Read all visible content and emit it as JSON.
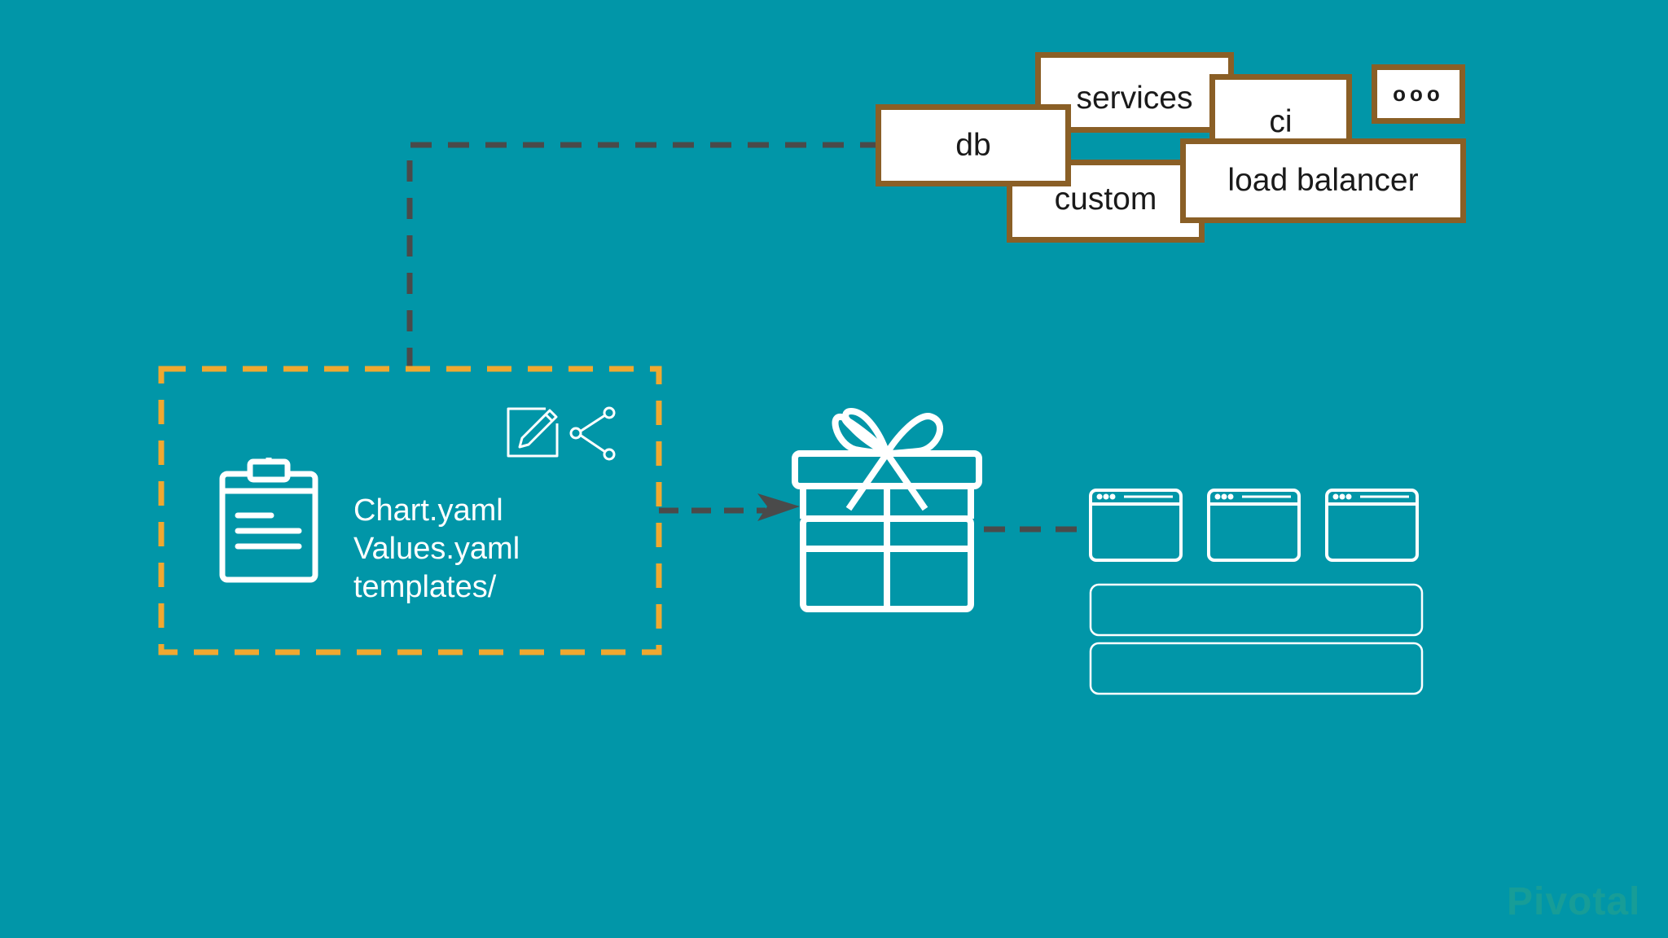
{
  "cards": {
    "services": "services",
    "ci": "ci",
    "db": "db",
    "custom": "custom",
    "load_balancer": "load balancer",
    "more": "ooo"
  },
  "chart_files": [
    "Chart.yaml",
    "Values.yaml",
    "templates/"
  ],
  "logo": "Pivotal",
  "colors": {
    "background": "#0196a8",
    "chart_box_dash": "#f0a830",
    "connector_dash": "#4a4a4a",
    "card_border": "#8a5f26",
    "icon_stroke": "#ffffff"
  },
  "icons": [
    "clipboard-icon",
    "edit-icon",
    "share-icon",
    "gift-box-icon",
    "browser-window-icon"
  ]
}
